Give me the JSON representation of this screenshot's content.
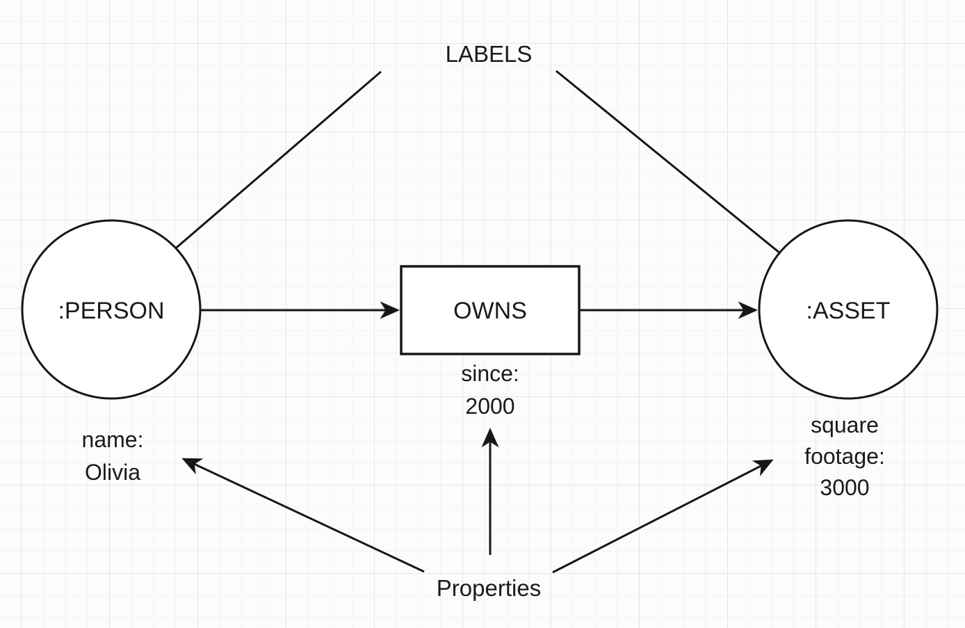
{
  "diagram": {
    "annotations": {
      "labels_title": "LABELS",
      "properties_title": "Properties"
    },
    "nodes": {
      "person": {
        "label": ":PERSON"
      },
      "asset": {
        "label": ":ASSET"
      }
    },
    "relationship": {
      "label": "OWNS"
    },
    "property_values": {
      "person": {
        "lines": [
          "name:",
          "Olivia"
        ]
      },
      "relationship": {
        "lines": [
          "since:",
          "2000"
        ]
      },
      "asset": {
        "lines": [
          "square",
          "footage:",
          "3000"
        ]
      }
    },
    "colors": {
      "background": "#fcfcfc",
      "grid_minor": "#f2f2f2",
      "grid_major": "#e4e4e4",
      "stroke": "#161616",
      "text": "#1a1a1a",
      "shape_fill": "#ffffff"
    }
  }
}
